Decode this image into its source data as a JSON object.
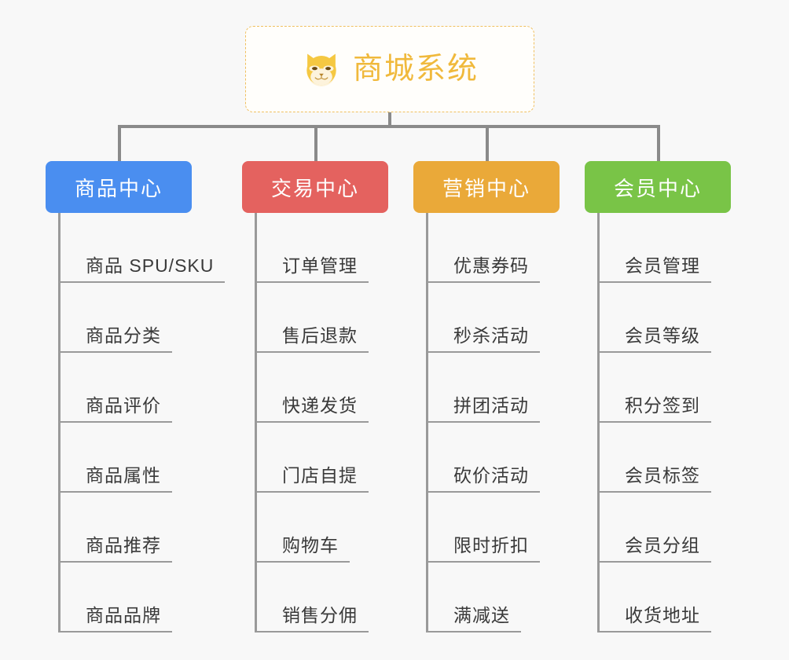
{
  "root": {
    "title": "商城系统",
    "icon": "shiba-dog-icon",
    "border_color": "#f0c060",
    "text_color": "#f0b93c",
    "background": "#fffefb"
  },
  "canvas": {
    "background": "#f8f8f8",
    "connector_color": "#8a8a8a"
  },
  "branches": [
    {
      "id": "product-center",
      "label": "商品中心",
      "color": "#4a8ef0",
      "items": [
        "商品 SPU/SKU",
        "商品分类",
        "商品评价",
        "商品属性",
        "商品推荐",
        "商品品牌"
      ]
    },
    {
      "id": "trade-center",
      "label": "交易中心",
      "color": "#e4625f",
      "items": [
        "订单管理",
        "售后退款",
        "快递发货",
        "门店自提",
        "购物车",
        "销售分佣"
      ]
    },
    {
      "id": "marketing-center",
      "label": "营销中心",
      "color": "#eaa939",
      "items": [
        "优惠券码",
        "秒杀活动",
        "拼团活动",
        "砍价活动",
        "限时折扣",
        "满减送"
      ]
    },
    {
      "id": "member-center",
      "label": "会员中心",
      "color": "#79c447",
      "items": [
        "会员管理",
        "会员等级",
        "积分签到",
        "会员标签",
        "会员分组",
        "收货地址"
      ]
    }
  ]
}
